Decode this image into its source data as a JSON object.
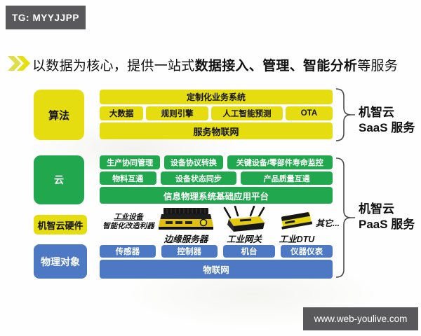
{
  "watermarks": {
    "tg": "TG: MYYJJPP",
    "website": "www.web-youlive.com"
  },
  "title": {
    "pre": "以数据为核心，提供一站式",
    "highlight": "数据接入、管理、智能分析",
    "post": "等服务"
  },
  "icons": {
    "title_arrow": "double-chevron-right"
  },
  "colors": {
    "yellow": "#e6dd11",
    "green": "#21a84f",
    "blue": "#4d78c4",
    "badge_gray": "#59595b"
  },
  "layers": {
    "algorithm": {
      "label": "算法",
      "top_bar": "定制化业务系统",
      "middle": [
        "大数据",
        "规则引擎",
        "人工智能预测",
        "OTA"
      ],
      "bottom_bar": "服务物联网"
    },
    "cloud": {
      "label": "云",
      "row1": [
        "生产协同管理",
        "设备协议转换",
        "关键设备/零部件寿命监控"
      ],
      "row2": [
        "物料互通",
        "设备状态同步",
        "产品质量互通"
      ],
      "bottom_bar": "信息物理系统基础应用平台"
    },
    "hardware": {
      "label": "机智云硬件",
      "tagline_line1": "工业设备",
      "tagline_line2": "智能化改造利器",
      "devices": [
        {
          "name": "edge-server",
          "label": "边缘服务器"
        },
        {
          "name": "industrial-gateway",
          "label": "工业网关"
        },
        {
          "name": "industrial-dtu",
          "label": "工业DTU"
        }
      ],
      "other": "其它..."
    },
    "physical": {
      "label": "物理对象",
      "row1": [
        "传感器",
        "控制器",
        "机台",
        "仪器仪表"
      ],
      "bottom_bar": "物联网"
    }
  },
  "braces": {
    "saas": {
      "line1": "机智云",
      "line2": "SaaS 服务"
    },
    "paas": {
      "line1": "机智云",
      "line2": "PaaS 服务"
    }
  }
}
